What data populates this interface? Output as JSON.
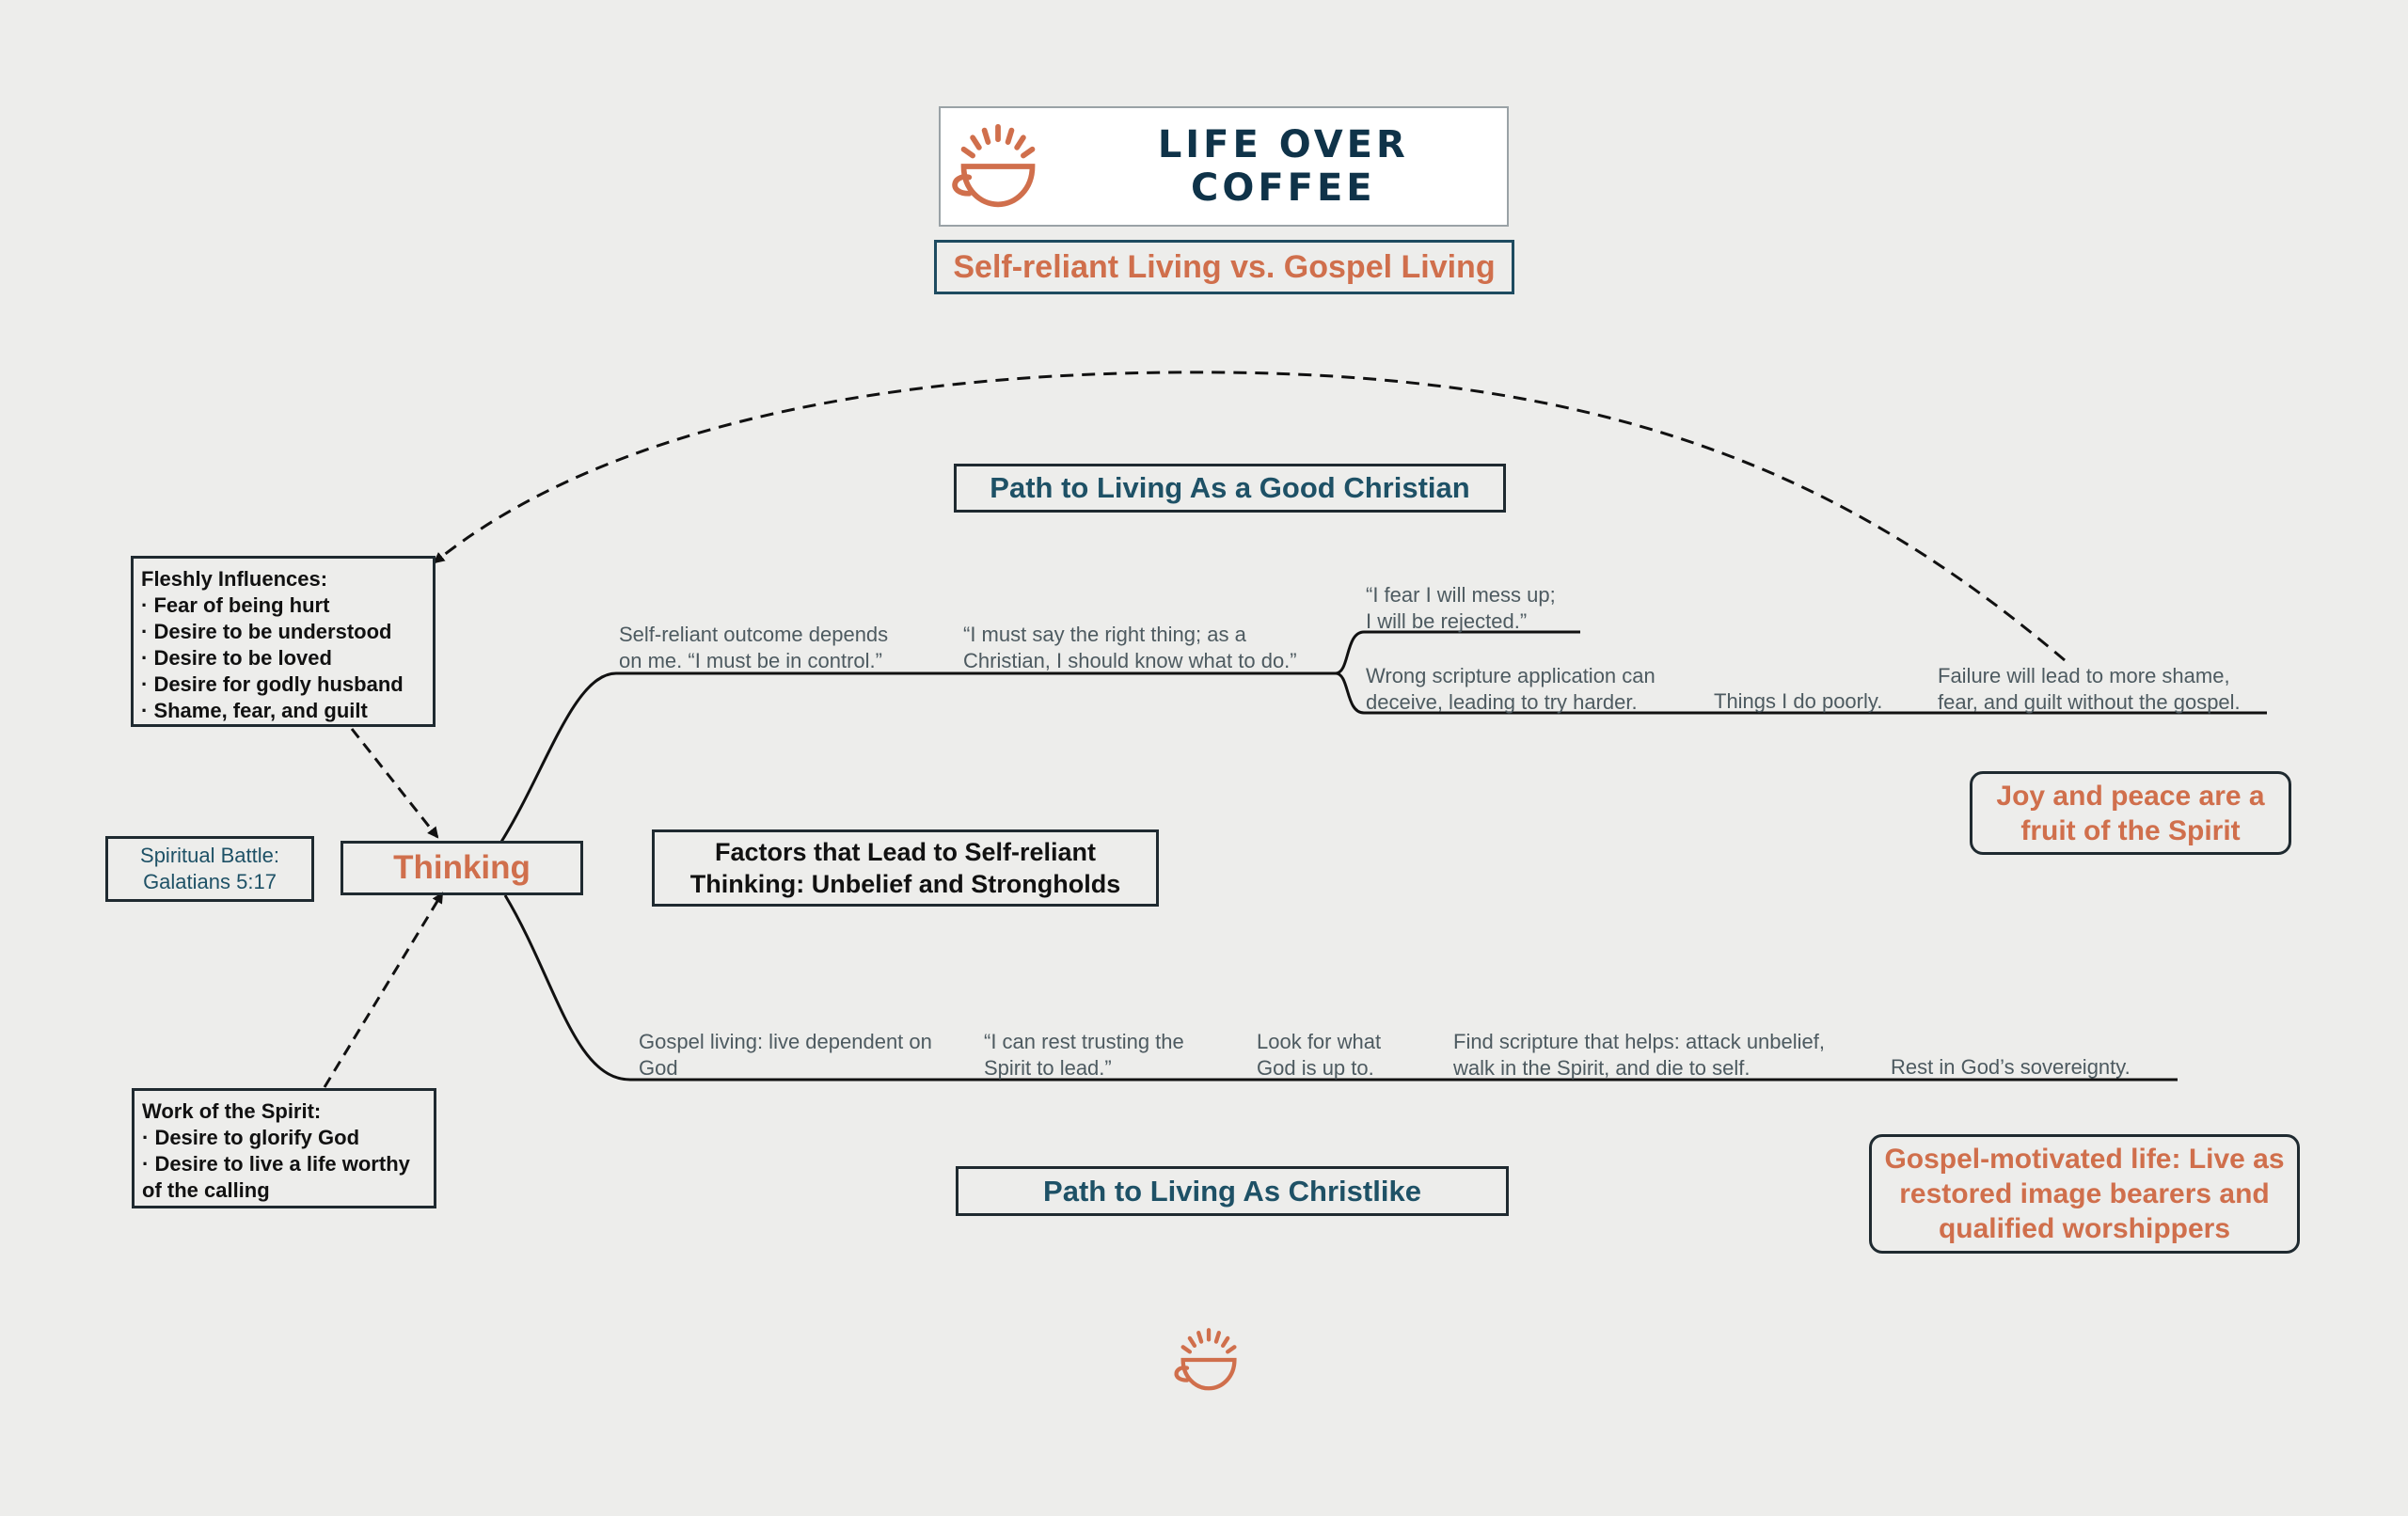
{
  "brand": {
    "name": "LIFE OVER COFFEE",
    "accent": "#d06f4c",
    "navy": "#0f3349",
    "logo_icon": "coffee-cup-sunrise-icon"
  },
  "title": "Self-reliant Living vs. Gospel Living",
  "path_good_christian": "Path to Living As a Good Christian",
  "path_christlike": "Path to Living As Christlike",
  "center": "Thinking",
  "factors": "Factors that Lead to Self-reliant Thinking: Unbelief and Strongholds",
  "spiritual_battle": {
    "line1": "Spiritual Battle:",
    "line2": "Galatians 5:17"
  },
  "fleshly": {
    "heading": "Fleshly Influences:",
    "items": [
      "· Fear of being hurt",
      "· Desire to be understood",
      "· Desire to be loved",
      "· Desire for godly husband",
      "· Shame, fear, and guilt"
    ]
  },
  "spirit": {
    "heading": "Work of the Spirit:",
    "items": [
      "· Desire to glorify God",
      "· Desire to live a life worthy",
      "of the calling"
    ]
  },
  "top_branch": {
    "n1": "Self-reliant outcome depends\non me. “I must be in control.”",
    "n2": "“I must say the right thing; as a\nChristian, I should know what to do.”",
    "n3": "“I fear I will mess up;\nI will be rejected.”",
    "n4": "Wrong scripture application can\ndeceive, leading to try harder.",
    "n5": "Things I do poorly.",
    "n6": "Failure will lead to more shame,\nfear, and guilt without the gospel."
  },
  "bottom_branch": {
    "n1": "Gospel living: live dependent on\nGod",
    "n2": "“I can rest trusting the\nSpirit to lead.”",
    "n3": "Look for what\nGod is up to.",
    "n4": "Find scripture that helps: attack unbelief,\nwalk in the Spirit, and die to self.",
    "n5": "Rest in God’s sovereignty."
  },
  "joy": "Joy and peace are a fruit of the Spirit",
  "gospel_life": "Gospel-motivated life: Live as restored image bearers and qualified worshippers"
}
